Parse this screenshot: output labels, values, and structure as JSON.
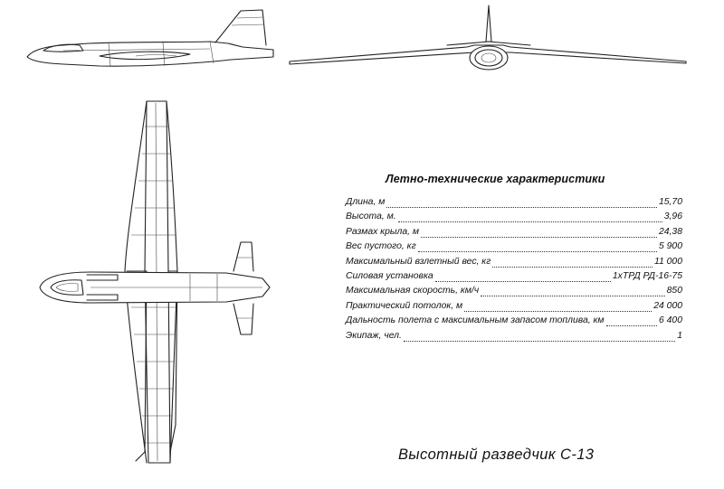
{
  "specs": {
    "title": "Летно-технические характеристики",
    "rows": [
      {
        "label": "Длина, м",
        "value": "15,70"
      },
      {
        "label": "Высота, м.",
        "value": "3,96"
      },
      {
        "label": "Размах крыла, м",
        "value": "24,38"
      },
      {
        "label": "Вес пустого, кг",
        "value": "5 900"
      },
      {
        "label": "Максимальный взлетный вес, кг",
        "value": "11 000"
      },
      {
        "label": "Силовая установка",
        "value": "1хТРД РД-16-75"
      },
      {
        "label": "Максимальная скорость, км/ч",
        "value": "850"
      },
      {
        "label": "Практический потолок, м",
        "value": "24 000"
      },
      {
        "label": "Дальность полета с максимальным запасом топлива, км",
        "value": "6 400"
      },
      {
        "label": "Экипаж, чел.",
        "value": "1"
      }
    ]
  },
  "caption": "Высотный разведчик С-13"
}
